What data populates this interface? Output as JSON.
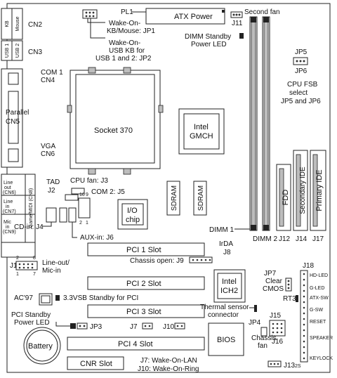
{
  "labels": {
    "pl1": "PL1",
    "atx_power": "ATX Power",
    "second_fan": "Second fan",
    "j11": "J11",
    "wake_on_kb_1": "Wake-On-",
    "wake_on_kb_2": "KB/Mouse: JP1",
    "wake_on_usb_1": "Wake-On-",
    "wake_on_usb_2": "USB KB for",
    "wake_on_usb_3": "USB 1 and 2: JP2",
    "dimm_standby_1": "DIMM Standby",
    "dimm_standby_2": "Power LED",
    "kb": "KB",
    "mouse": "Mouse",
    "cn2": "CN2",
    "usb1": "USB 1",
    "usb2": "USB 2",
    "cn3": "CN3",
    "com1": "COM 1",
    "cn4": "CN4",
    "parallel": "Parallel",
    "cn5": "CN5",
    "vga": "VGA",
    "cn6": "CN6",
    "socket": "Socket 370",
    "intel": "Intel",
    "gmch": "GMCH",
    "jp5": "JP5",
    "jp6": "JP6",
    "cpu_fsb_1": "CPU FSB",
    "cpu_fsb_2": "select",
    "cpu_fsb_3": "JP5 and JP6",
    "tad": "TAD",
    "j2": "J2",
    "cpu_fan": "CPU fan: J3",
    "com2": "COM 2: J5",
    "line_out": "Line",
    "line_out2": "out",
    "cn6b": "(CN6)",
    "line_in": "Line",
    "line_in2": "in",
    "cn7": "(CN7)",
    "mic": "Mic",
    "mic2": "in",
    "cn9": "(CN9)",
    "game_midi": "Game/MIDI (CN8)",
    "sdram1": "SDRAM",
    "sdram2": "SDRAM",
    "io_chip_1": "I/O",
    "io_chip_2": "chip",
    "fdd": "FDD",
    "secondary_ide": "Secondary IDE",
    "primary_ide": "Primary IDE",
    "aux_in": "AUX-in: J6",
    "cd_in": "CD-in: J4",
    "dimm1": "DIMM 1",
    "dimm2": "DIMM 2",
    "j12": "J12",
    "j14": "J14",
    "j17": "J17",
    "irda_1": "IrDA",
    "irda_2": "J8",
    "pci1": "PCI 1 Slot",
    "chassis_open": "Chassis open: J9",
    "j1": "J1",
    "line_out_mic_1": "Line-out/",
    "line_out_mic_2": "Mic-in",
    "pci2": "PCI 2 Slot",
    "intel_ich_1": "Intel",
    "intel_ich_2": "ICH2",
    "jp7": "JP7",
    "clear_cmos_1": "Clear",
    "clear_cmos_2": "CMOS",
    "j18": "J18",
    "hd_led": "HD-LED",
    "g_led": "G-LED",
    "atx_sw": "ATX-SW",
    "g_sw": "G-SW",
    "reset": "RESET",
    "speaker": "SPEAKER",
    "keylock": "KEYLOCK",
    "ac97": "AC'97",
    "standby_pci": "3.3VSB Standby for PCI",
    "pci3": "PCI 3 Slot",
    "rt3": "RT3",
    "thermal_1": "Thermal sensor",
    "thermal_2": "connector",
    "j15": "J15",
    "jp4": "JP4",
    "j16": "J16",
    "pci_standby_1": "PCI Standby",
    "pci_standby_2": "Power LED",
    "jp3": "JP3",
    "j7": "J7",
    "j10": "J10",
    "bios": "BIOS",
    "chassis_fan_1": "Chassis",
    "chassis_fan_2": "fan",
    "pci4": "PCI 4 Slot",
    "battery": "Battery",
    "j13": "J13",
    "cnr": "CNR Slot",
    "j7_wol": "J7: Wake-On-LAN",
    "j10_wor": "J10: Wake-On-Ring",
    "pin10": "10",
    "pin9": "9",
    "pin2": "2",
    "pin1": "1",
    "pin8": "8",
    "pin7": "7",
    "pin1b": "1",
    "pin2b": "2",
    "pin2s": "2S"
  }
}
